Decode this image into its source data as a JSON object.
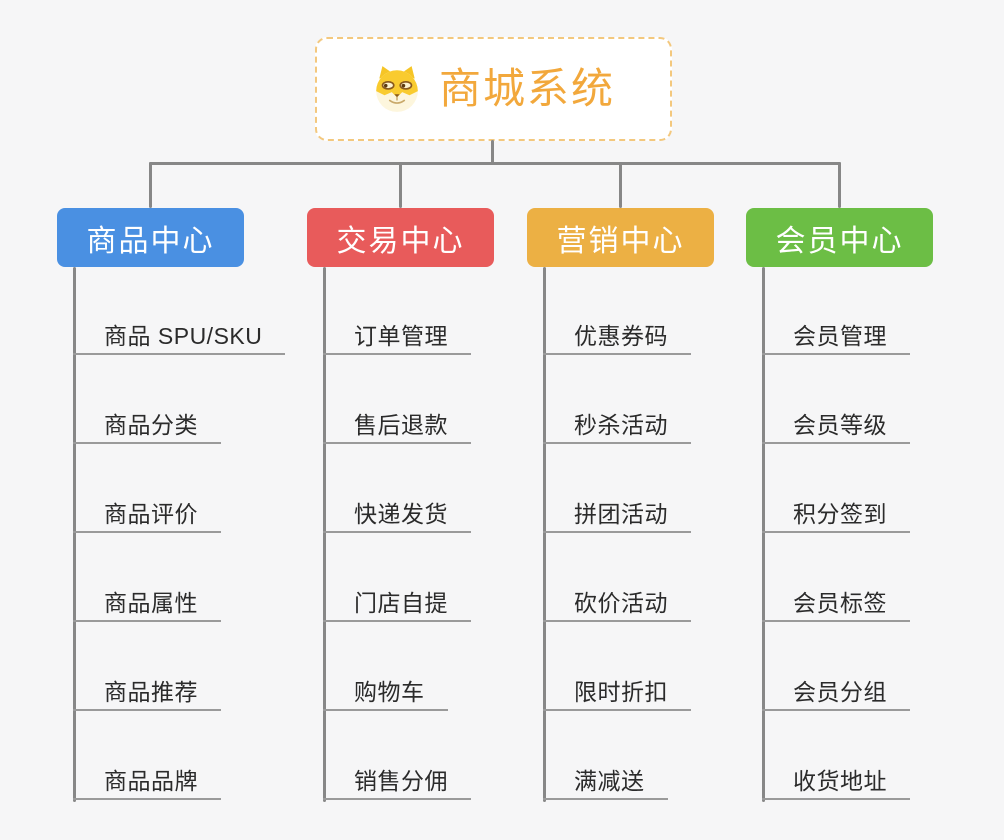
{
  "page": {
    "background": "#f6f6f7"
  },
  "root": {
    "label": "商城系统",
    "text_color": "#f2a83c",
    "border_color": "#f3c87e",
    "fill_color": "#ffffff",
    "icon": "doge-icon"
  },
  "branches": [
    {
      "slug": "product-center",
      "label": "商品中心",
      "color": "#4a90e2",
      "children": [
        "商品 SPU/SKU",
        "商品分类",
        "商品评价",
        "商品属性",
        "商品推荐",
        "商品品牌"
      ]
    },
    {
      "slug": "trade-center",
      "label": "交易中心",
      "color": "#e85b5b",
      "children": [
        "订单管理",
        "售后退款",
        "快递发货",
        "门店自提",
        "购物车",
        "销售分佣"
      ]
    },
    {
      "slug": "marketing-center",
      "label": "营销中心",
      "color": "#ecb044",
      "children": [
        "优惠券码",
        "秒杀活动",
        "拼团活动",
        "砍价活动",
        "限时折扣",
        "满减送"
      ]
    },
    {
      "slug": "member-center",
      "label": "会员中心",
      "color": "#6cbe45",
      "children": [
        "会员管理",
        "会员等级",
        "积分签到",
        "会员标签",
        "会员分组",
        "收货地址"
      ]
    }
  ],
  "style": {
    "connector_color": "#878787",
    "underline_color": "#9a9a9a",
    "item_text_color": "#2b2b2b",
    "header_text_color": "#ffffff"
  }
}
